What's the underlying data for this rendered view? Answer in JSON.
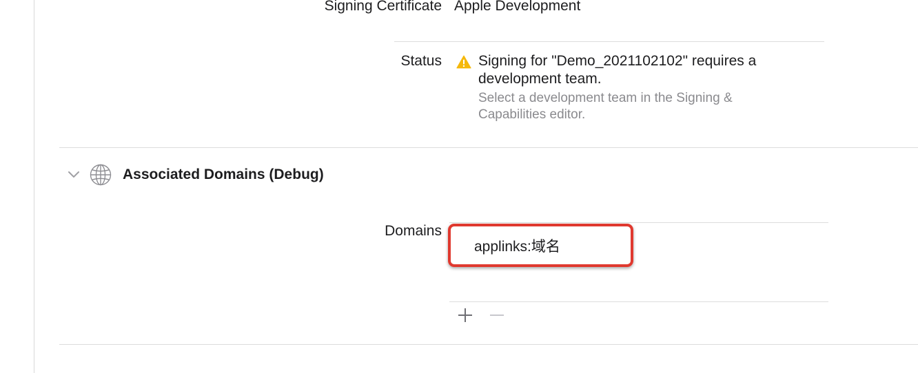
{
  "signing": {
    "certificate_label": "Signing Certificate",
    "certificate_value": "Apple Development",
    "status_label": "Status",
    "status_message": "Signing for \"Demo_2021102102\" requires a development team.",
    "status_hint": "Select a development team in the Signing & Capabilities editor."
  },
  "associated_domains": {
    "section_title": "Associated Domains (Debug)",
    "domains_label": "Domains",
    "domains": [
      "applinks:域名"
    ]
  },
  "icons": {
    "status": "warning-icon",
    "section_toggle": "chevron-down-icon",
    "section": "globe-icon",
    "add": "plus-icon",
    "remove": "minus-icon"
  },
  "colors": {
    "warning": "#F5B80B",
    "highlight": "#E0392F",
    "secondary_text": "#8A8A8E"
  }
}
